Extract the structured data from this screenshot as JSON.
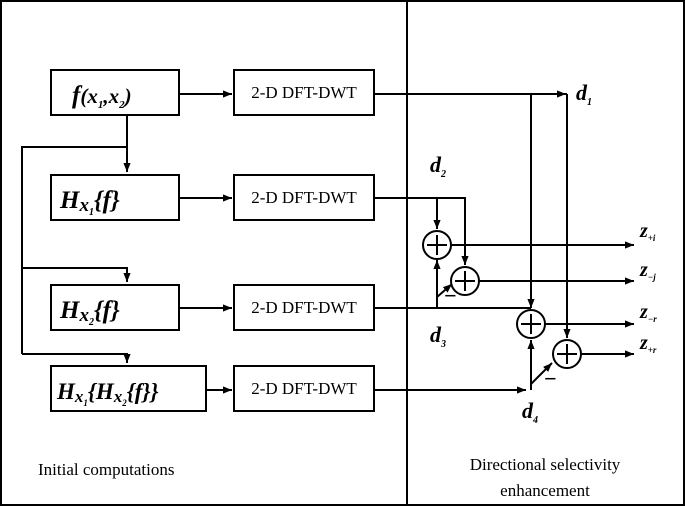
{
  "sections": {
    "left_caption": "Initial computations",
    "right_caption_line1": "Directional selectivity",
    "right_caption_line2": "enhancement"
  },
  "transform_label": "2-D DFT-DWT",
  "inputs": {
    "f": {
      "main": "f",
      "args": "(x",
      "sub1": "1",
      "mid": ",x",
      "sub2": "2",
      "close": ")"
    },
    "h1": {
      "H": "H",
      "x": "x",
      "xsub": "1",
      "inner": "{f}"
    },
    "h2": {
      "H": "H",
      "x": "x",
      "xsub": "2",
      "inner": "{f}"
    },
    "h12": {
      "H": "H",
      "x": "x",
      "xsub": "1",
      "lb": "{",
      "H2": "H",
      "x2": "x",
      "x2sub": "2",
      "inner": "{f}",
      "rb": "}"
    }
  },
  "d_labels": [
    {
      "main": "d",
      "sub": "1"
    },
    {
      "main": "d",
      "sub": "2"
    },
    {
      "main": "d",
      "sub": "3"
    },
    {
      "main": "d",
      "sub": "4"
    }
  ],
  "outputs": [
    {
      "main": "z",
      "sub": "+i"
    },
    {
      "main": "z",
      "sub": "−j"
    },
    {
      "main": "z",
      "sub": "−r"
    },
    {
      "main": "z",
      "sub": "+r"
    }
  ],
  "summer_symbol": "+",
  "minus_sign": "−"
}
